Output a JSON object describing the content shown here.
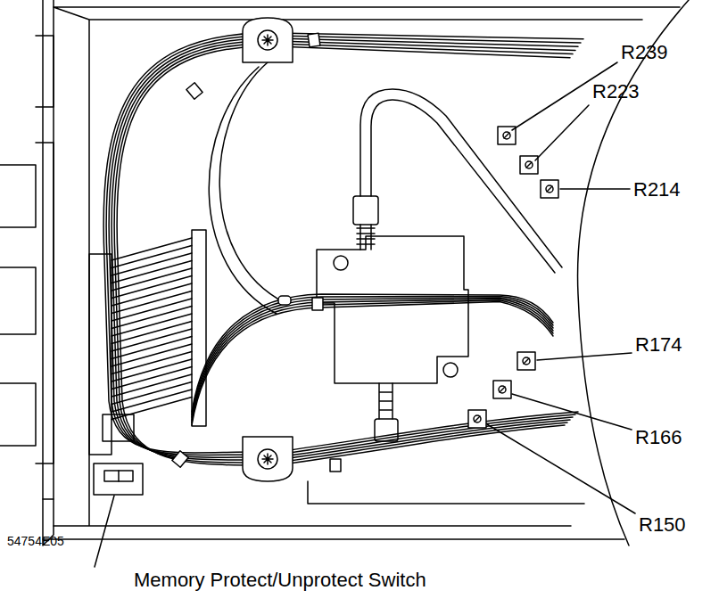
{
  "diagram": {
    "labels": [
      "R239",
      "R223",
      "R214",
      "R174",
      "R166",
      "R150",
      "54754E05",
      "Memory Protect/Unprotect Switch"
    ]
  }
}
